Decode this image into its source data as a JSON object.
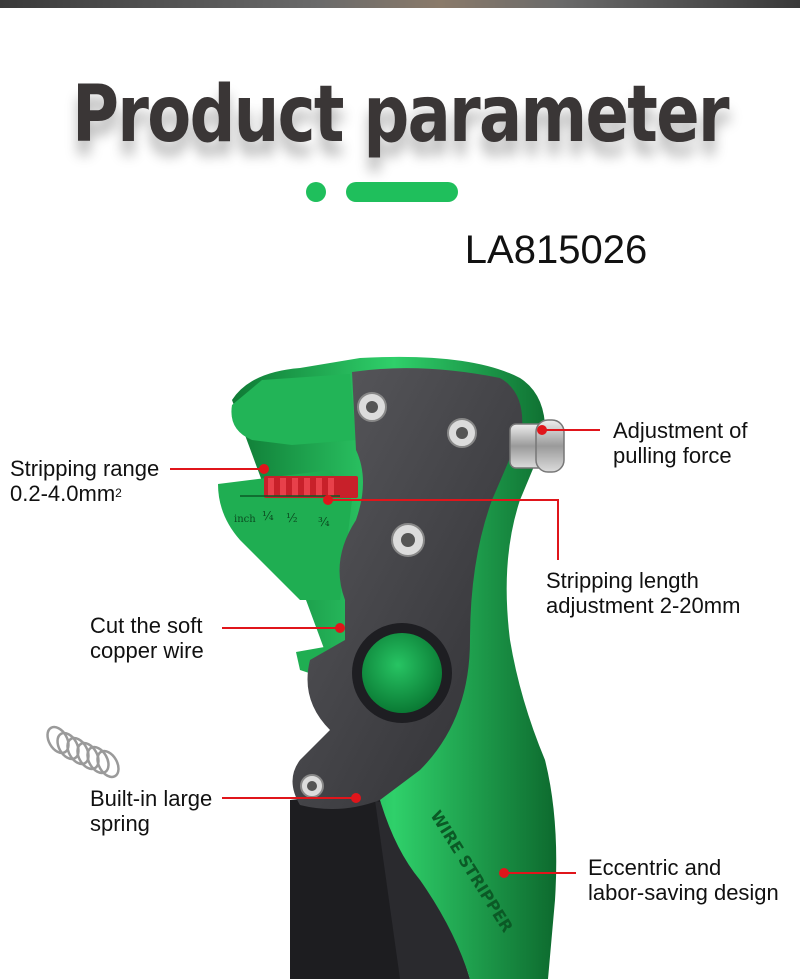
{
  "header": {
    "title": "Product parameter",
    "model": "LA815026"
  },
  "callouts": {
    "stripping_range_line1": "Stripping range",
    "stripping_range_line2": "0.2-4.0mm",
    "stripping_range_sup": "2",
    "cut_line1": "Cut the soft",
    "cut_line2": "copper wire",
    "spring_line1": "Built-in large",
    "spring_line2": "spring",
    "adjust_force_line1": "Adjustment of",
    "adjust_force_line2": "pulling force",
    "length_line1": "Stripping length",
    "length_line2": "adjustment 2-20mm",
    "eccentric_line1": "Eccentric and",
    "eccentric_line2": "labor-saving design"
  },
  "tool_markings": {
    "scale_unit": "inch",
    "scale_marks": [
      "¼",
      "½",
      "¾"
    ],
    "handle_text": "WIRE STRIPPER"
  },
  "colors": {
    "accent_green": "#1fbf5c",
    "tool_green": "#1aa04a",
    "callout_red": "#e0151b",
    "blade_gray": "#4a4a4e"
  }
}
